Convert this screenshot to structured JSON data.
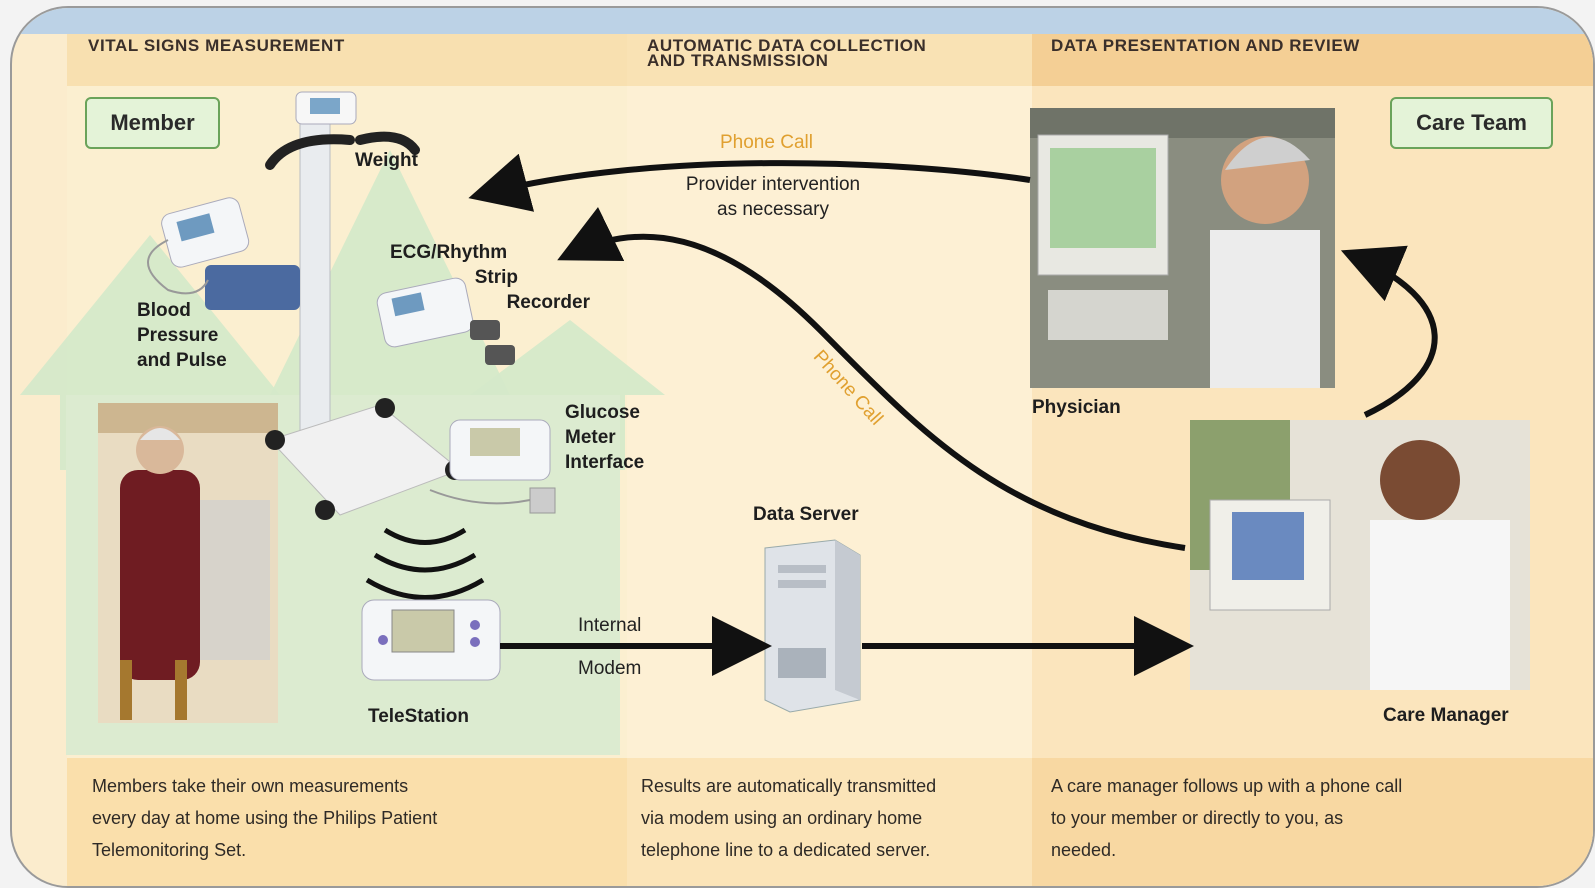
{
  "columns": [
    {
      "header": "VITAL SIGNS MEASUREMENT",
      "footer_lines": [
        "Members take their own measurements",
        "every day at home using the Philips Patient",
        "Telemonitoring Set."
      ]
    },
    {
      "header_lines": [
        "AUTOMATIC DATA COLLECTION",
        "AND TRANSMISSION"
      ],
      "footer_lines": [
        "Results are automatically transmitted",
        "via modem using an ordinary home",
        "telephone line to a dedicated server."
      ]
    },
    {
      "header": "DATA PRESENTATION AND REVIEW",
      "footer_lines": [
        "A care manager follows up with a phone call",
        "to your member or directly to you, as",
        "needed."
      ]
    }
  ],
  "callouts": {
    "member": "Member",
    "care_team": "Care Team"
  },
  "devices": {
    "weight": "Weight",
    "ecg_lines": [
      "ECG/Rhythm",
      "Strip",
      "Recorder"
    ],
    "bp_lines": [
      "Blood",
      "Pressure",
      "and Pulse"
    ],
    "glucose_lines": [
      "Glucose",
      "Meter",
      "Interface"
    ],
    "telestation": "TeleStation",
    "data_server": "Data Server",
    "physician": "Physician",
    "care_manager": "Care Manager"
  },
  "flows": {
    "phone_call_top": "Phone Call",
    "provider_lines": [
      "Provider intervention",
      "as necessary"
    ],
    "phone_call_diag": "Phone Call",
    "internal": "Internal",
    "modem": "Modem"
  },
  "colors": {
    "accent_orange": "#e0a030",
    "callout_green": "#6aa35a",
    "arrow": "#111111"
  }
}
